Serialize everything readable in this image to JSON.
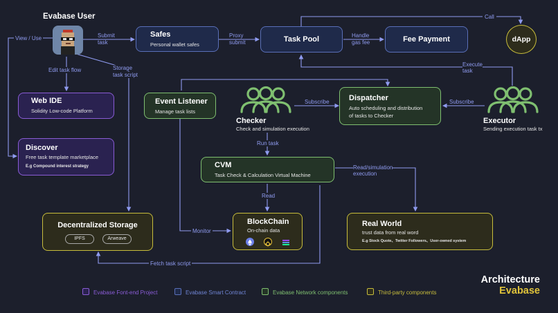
{
  "nodes": {
    "evabase_user": {
      "title": "Evabase User"
    },
    "safes": {
      "title": "Safes",
      "subtitle": "Personal wallet safes"
    },
    "task_pool": {
      "title": "Task Pool"
    },
    "fee_payment": {
      "title": "Fee Payment"
    },
    "dapp": {
      "title": "dApp"
    },
    "web_ide": {
      "title": "Web IDE",
      "subtitle": "Solidity Low-code Platform"
    },
    "discover": {
      "title": "Discover",
      "subtitle": "Free task template marketplace",
      "note": "E.g Compound interest strategy"
    },
    "event_listener": {
      "title": "Event Listener",
      "subtitle": "Manage task lists"
    },
    "dispatcher": {
      "title": "Dispatcher",
      "subtitle_line1": "Auto scheduling and distribution",
      "subtitle_line2": "of tasks to Checker"
    },
    "checker": {
      "title": "Checker",
      "subtitle": "Check and simulation execution"
    },
    "executor": {
      "title": "Executor",
      "subtitle": "Sending execution task tx"
    },
    "cvm": {
      "title": "CVM",
      "subtitle": "Task Check & Calculation  Virtual Machine"
    },
    "blockchain": {
      "title": "BlockChain",
      "subtitle": "On-chain data"
    },
    "real_world": {
      "title": "Real World",
      "subtitle": "trust data from real word",
      "note": "E.g Stock Quote、Twitter Followers、User-owned system"
    },
    "decentralized_storage": {
      "title": "Decentralized Storage",
      "pill_ipfs": "IPFS",
      "pill_arweave": "Arweave"
    }
  },
  "edge_labels": {
    "view_use": "View / Use",
    "submit_task_1": "Submit",
    "submit_task_2": "task",
    "proxy_submit_1": "Proxy",
    "proxy_submit_2": "submit",
    "handle_gas_1": "Handle",
    "handle_gas_2": "gas fee",
    "call": "Call",
    "edit_task_flow": "Edit task flow",
    "storage_script_1": "Storage",
    "storage_script_2": "task script",
    "execute_task_1": "Execute",
    "execute_task_2": "task",
    "subscribe_checker": "Subscribe",
    "subscribe_executor": "Subscribe",
    "run_task": "Run task",
    "read": "Read",
    "read_sim_1": "Read/simulation",
    "read_sim_2": "execution",
    "monitor": "Monitor",
    "fetch_script": "Fetch task script"
  },
  "legend": [
    {
      "label": "Evabase Font-end Project",
      "color": "#8a5cd6"
    },
    {
      "label": "Evabase Smart Contract",
      "color": "#5a6fb8"
    },
    {
      "label": "Evabase Network components",
      "color": "#7fbf70"
    },
    {
      "label": "Third-party components",
      "color": "#c8bd3c"
    }
  ],
  "brand": {
    "line1": "Architecture",
    "line2": "Evabase"
  },
  "colors": {
    "background": "#1c1f2c",
    "edge": "#8f9bf0",
    "purple": "#8a5cd6",
    "blue": "#5a6fb8",
    "green": "#7fbf70",
    "yellow": "#c8bd3c",
    "brand_accent": "#e0c33a"
  },
  "icons": [
    "pixel-avatar-icon",
    "people-group-icon",
    "ethereum-icon",
    "bnb-icon",
    "solana-icon"
  ]
}
